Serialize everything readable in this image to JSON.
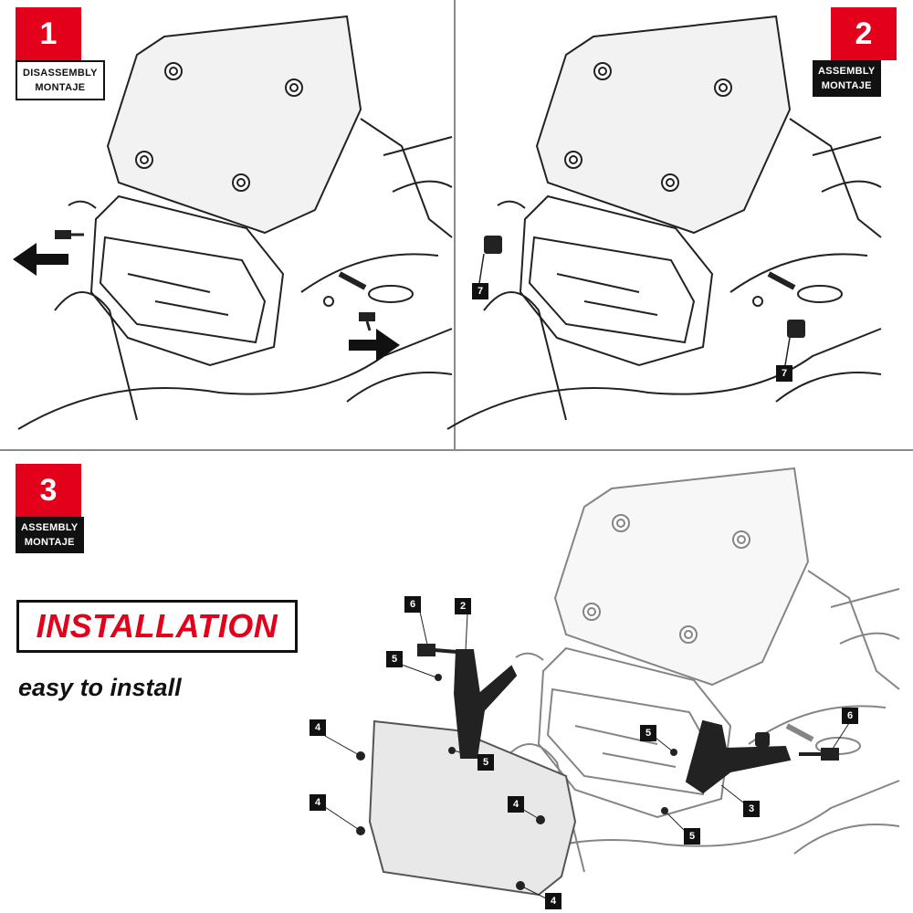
{
  "steps": [
    {
      "number": "1",
      "label_line1": "DISASSEMBLY",
      "label_line2": "MONTAJE"
    },
    {
      "number": "2",
      "label_line1": "ASSEMBLY",
      "label_line2": "MONTAJE"
    },
    {
      "number": "3",
      "label_line1": "ASSEMBLY",
      "label_line2": "MONTAJE"
    }
  ],
  "headline": "INSTALLATION",
  "subheadline": "easy to install",
  "callouts": {
    "panel2_a": "7",
    "panel2_b": "7",
    "p3_6a": "6",
    "p3_2": "2",
    "p3_5a": "5",
    "p3_4a": "4",
    "p3_5b": "5",
    "p3_4b": "4",
    "p3_4c": "4",
    "p3_4d": "4",
    "p3_5c": "5",
    "p3_3": "3",
    "p3_5d": "5",
    "p3_6b": "6"
  },
  "colors": {
    "accent": "#e3001b",
    "ink": "#111111",
    "line": "#8a8a8a"
  }
}
